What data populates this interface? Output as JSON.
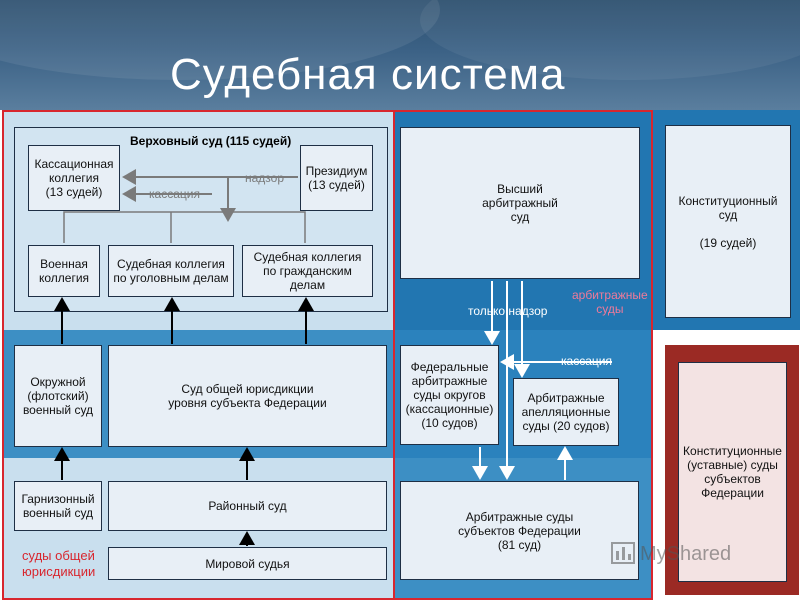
{
  "slide": {
    "title": "Судебная система"
  },
  "colors": {
    "light_band": "#c9dfee",
    "mid_band": "#3d8fc4",
    "dark_band": "#2276b1",
    "box_fill": "#e8eff6",
    "red_frame": "#d8262e",
    "dark_red": "#9b2a24",
    "arrow_gray": "#7a7a7a"
  },
  "supreme": {
    "title": "Верховный суд (115 судей)",
    "cassation_college": "Кассационная\nколлегия\n(13 судей)",
    "presidium": "Президиум\n(13 судей)",
    "military_college": "Военная\nколлегия",
    "criminal_college": "Судебная коллегия\nпо уголовным делам",
    "civil_college": "Судебная коллегия\nпо гражданским делам",
    "arrow_supervision": "надзор",
    "arrow_cassation": "кассация"
  },
  "general": {
    "district_military": "Окружной\n(флотский)\nвоенный суд",
    "regional_court": "Суд общей юрисдикции\nуровня субъекта Федерации",
    "garrison_military": "Гарнизонный\nвоенный суд",
    "district_court": "Районный суд",
    "magistrate": "Мировой судья",
    "label": "суды общей\nюрисдикции"
  },
  "arbitration": {
    "supreme": "Высший\nарбитражный\nсуд",
    "only_supervision": "только надзор",
    "label": "арбитражные\nсуды",
    "federal_district": "Федеральные\nарбитражные\nсуды округов\n(кассационные)\n(10 судов)",
    "cassation": "кассация",
    "appellate": "Арбитражные\nапелляционные\nсуды (20 судов)",
    "subjects": "Арбитражные суды\nсубъектов Федерации\n(81 суд)"
  },
  "constitutional": {
    "federal": "Конституционный\nсуд\n\n(19 судей)",
    "regional": "Конституционные\n(уставные) суды\nсубъектов\nФедерации"
  },
  "watermark": "MyShared"
}
